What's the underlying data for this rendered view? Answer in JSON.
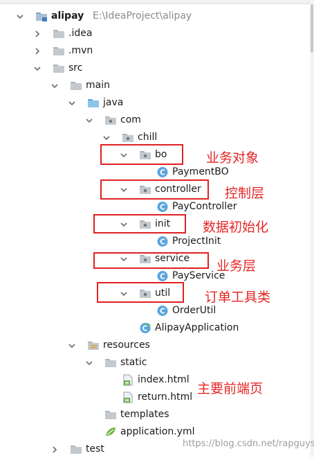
{
  "project": {
    "name": "alipay",
    "path": "E:\\IdeaProject\\alipay"
  },
  "nodes": [
    {
      "label": "alipay",
      "path": "E:\\IdeaProject\\alipay",
      "arrow": "down",
      "icon": "project-module-icon",
      "bold": true
    },
    {
      "label": ".idea",
      "arrow": "right",
      "icon": "folder-icon"
    },
    {
      "label": ".mvn",
      "arrow": "right",
      "icon": "folder-icon"
    },
    {
      "label": "src",
      "arrow": "down",
      "icon": "folder-icon"
    },
    {
      "label": "main",
      "arrow": "down",
      "icon": "folder-icon"
    },
    {
      "label": "java",
      "arrow": "down",
      "icon": "source-folder-icon"
    },
    {
      "label": "com",
      "arrow": "down",
      "icon": "package-icon"
    },
    {
      "label": "chill",
      "arrow": "down",
      "icon": "package-icon"
    },
    {
      "label": "bo",
      "arrow": "down",
      "icon": "package-icon"
    },
    {
      "label": "PaymentBO",
      "arrow": "none",
      "icon": "java-class-icon"
    },
    {
      "label": "controller",
      "arrow": "down",
      "icon": "package-icon"
    },
    {
      "label": "PayController",
      "arrow": "none",
      "icon": "java-class-icon"
    },
    {
      "label": "init",
      "arrow": "down",
      "icon": "package-icon"
    },
    {
      "label": "ProjectInit",
      "arrow": "none",
      "icon": "java-class-icon"
    },
    {
      "label": "service",
      "arrow": "down",
      "icon": "package-icon"
    },
    {
      "label": "PayService",
      "arrow": "none",
      "icon": "java-class-icon"
    },
    {
      "label": "util",
      "arrow": "down",
      "icon": "package-icon"
    },
    {
      "label": "OrderUtil",
      "arrow": "none",
      "icon": "java-class-icon"
    },
    {
      "label": "AlipayApplication",
      "arrow": "none",
      "icon": "spring-boot-app-icon"
    },
    {
      "label": "resources",
      "arrow": "down",
      "icon": "resources-folder-icon"
    },
    {
      "label": "static",
      "arrow": "down",
      "icon": "folder-icon"
    },
    {
      "label": "index.html",
      "arrow": "none",
      "icon": "html-file-icon"
    },
    {
      "label": "return.html",
      "arrow": "none",
      "icon": "html-file-icon"
    },
    {
      "label": "templates",
      "arrow": "none",
      "icon": "folder-icon"
    },
    {
      "label": "application.yml",
      "arrow": "none",
      "icon": "yml-file-icon"
    },
    {
      "label": "test",
      "arrow": "right",
      "icon": "folder-icon"
    }
  ],
  "annotations": [
    {
      "text": "业务对象"
    },
    {
      "text": "控制层"
    },
    {
      "text": "数据初始化"
    },
    {
      "text": "业务层"
    },
    {
      "text": "订单工具类"
    },
    {
      "text": "主要前端页"
    }
  ],
  "watermark": "https://blog.csdn.net/rapguys",
  "colors": {
    "annotation": "#e52626",
    "highlight_box": "#e02020",
    "path_text": "#8a8a8a"
  }
}
